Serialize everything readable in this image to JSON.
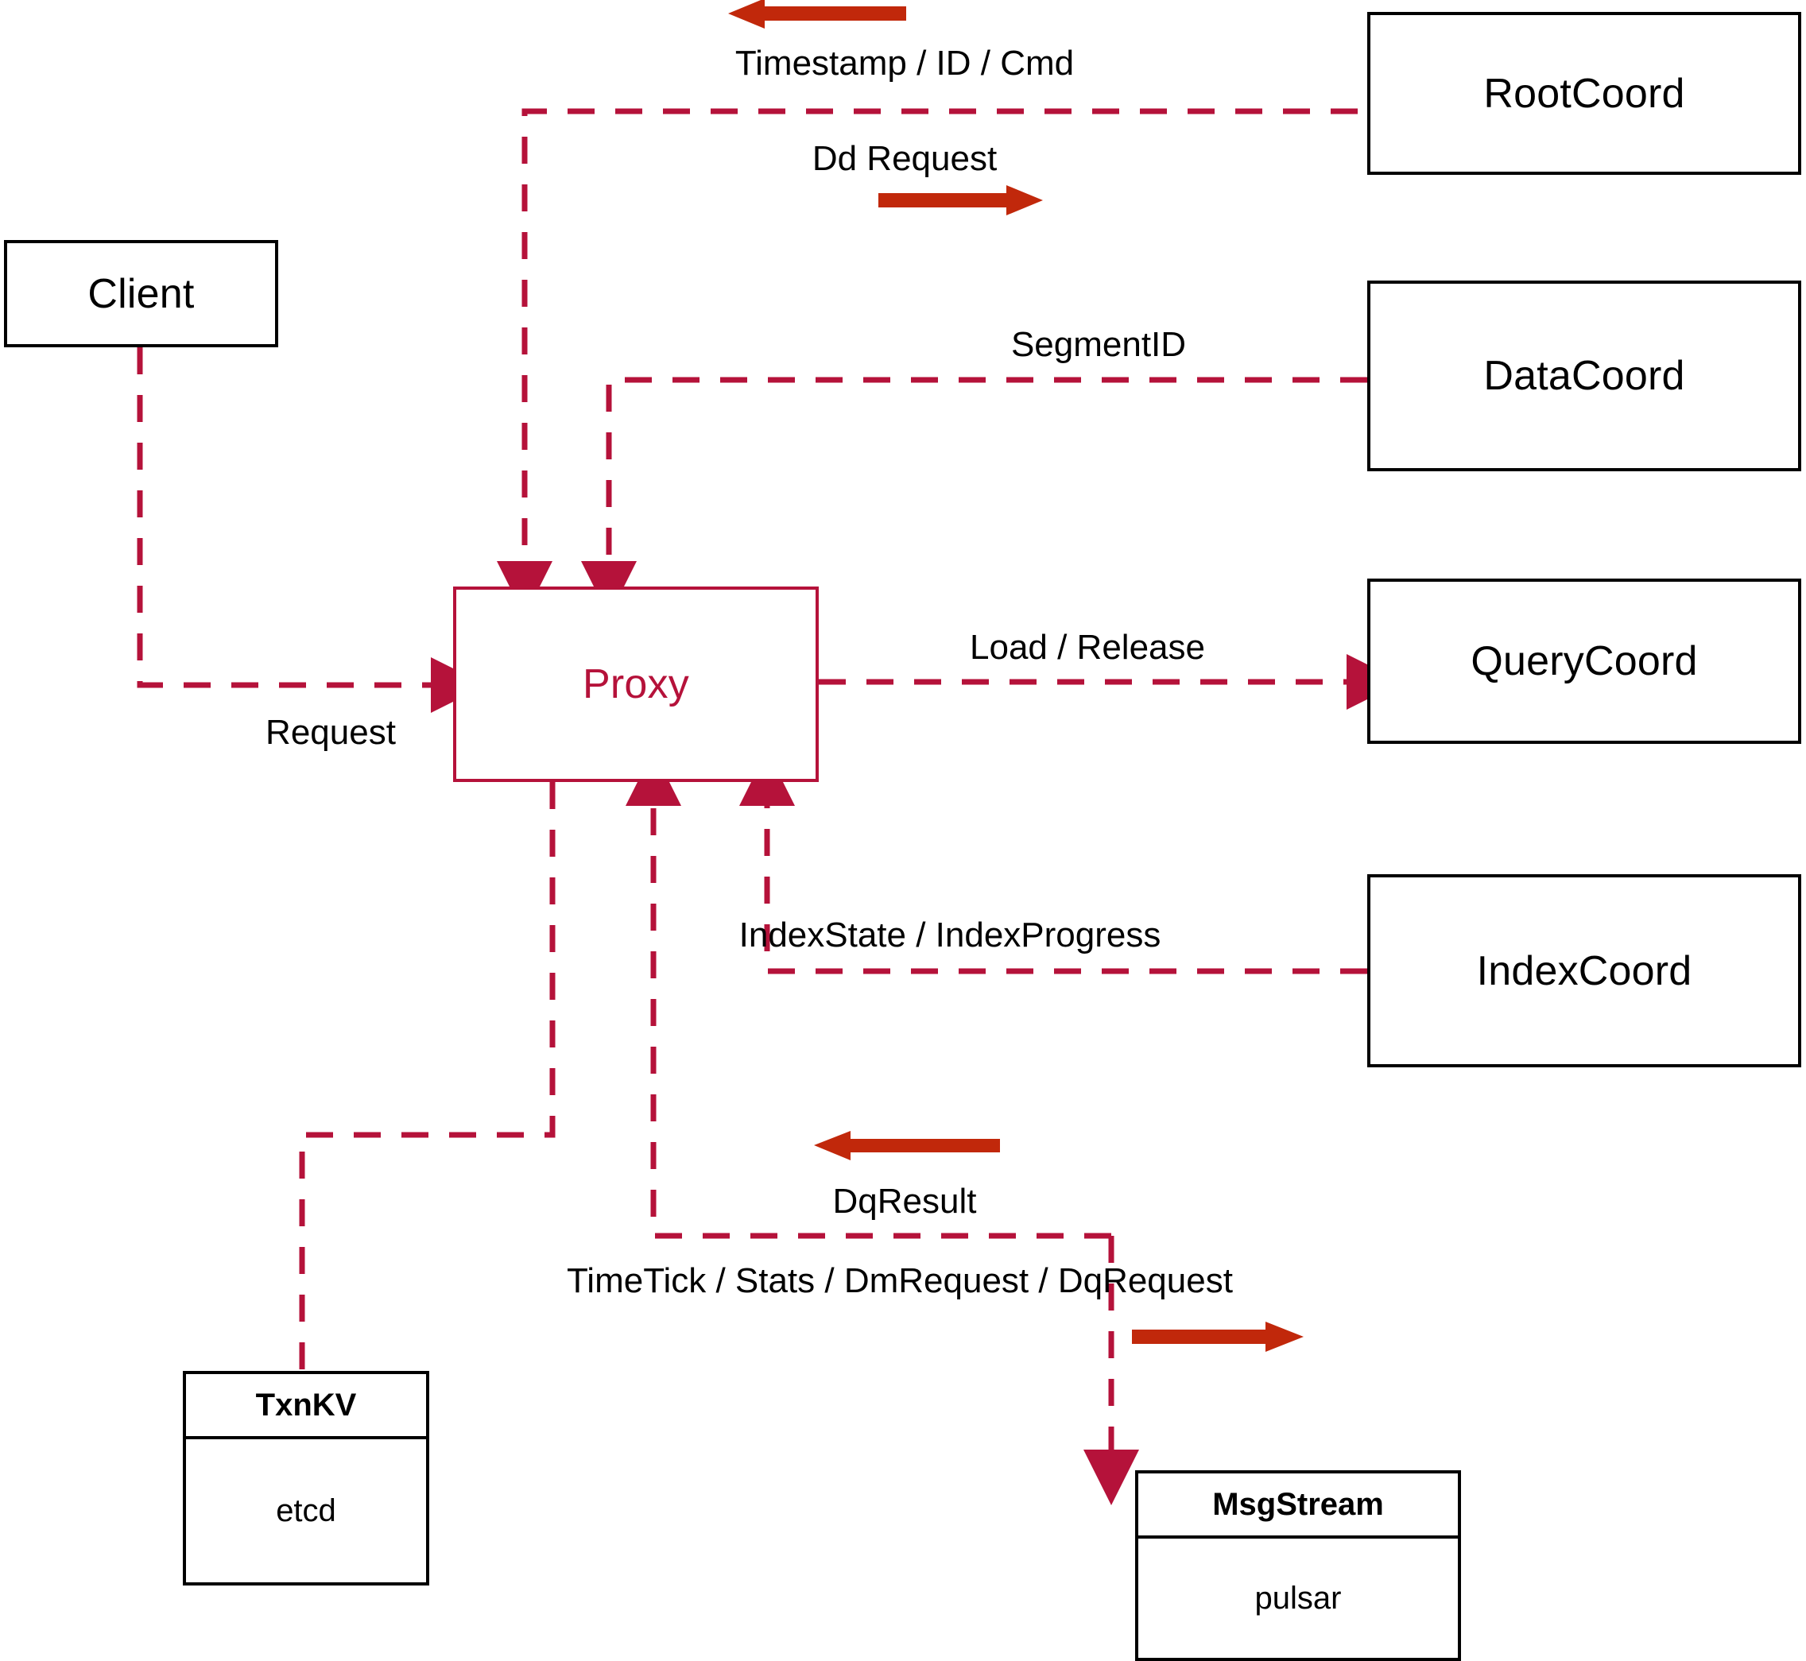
{
  "diagram": {
    "title": "Milvus Proxy interaction diagram",
    "colors": {
      "node_stroke": "#000000",
      "proxy_stroke": "#B5123A",
      "dashed_edge": "#B5123A",
      "direction_arrow": "#C1280B",
      "background": "#FFFFFF"
    }
  },
  "nodes": [
    {
      "id": "client",
      "label": "Client"
    },
    {
      "id": "proxy",
      "label": "Proxy"
    },
    {
      "id": "rootcoord",
      "label": "RootCoord"
    },
    {
      "id": "datacoord",
      "label": "DataCoord"
    },
    {
      "id": "querycoord",
      "label": "QueryCoord"
    },
    {
      "id": "indexcoord",
      "label": "IndexCoord"
    }
  ],
  "stores": [
    {
      "id": "txnkv",
      "title": "TxnKV",
      "impl": "etcd"
    },
    {
      "id": "msgstream",
      "title": "MsgStream",
      "impl": "pulsar"
    }
  ],
  "edge_labels": [
    {
      "id": "timestamp-id-cmd",
      "text": "Timestamp / ID / Cmd"
    },
    {
      "id": "dd-request",
      "text": "Dd Request"
    },
    {
      "id": "segmentid",
      "text": "SegmentID"
    },
    {
      "id": "request",
      "text": "Request"
    },
    {
      "id": "load-release",
      "text": "Load / Release"
    },
    {
      "id": "indexstate",
      "text": "IndexState / IndexProgress"
    },
    {
      "id": "dqresult",
      "text": "DqResult"
    },
    {
      "id": "timetick-stats",
      "text": "TimeTick / Stats / DmRequest / DqRequest"
    }
  ],
  "edges": [
    {
      "id": "client-to-proxy",
      "from": "client",
      "to": "proxy",
      "label": "Request",
      "style": "dashed",
      "arrow": "to"
    },
    {
      "id": "rootcoord-proxy",
      "from": "proxy",
      "to": "rootcoord",
      "label": "Timestamp / ID / Cmd , Dd Request",
      "style": "dashed",
      "arrow": "both"
    },
    {
      "id": "datacoord-proxy",
      "from": "datacoord",
      "to": "proxy",
      "label": "SegmentID",
      "style": "dashed",
      "arrow": "to"
    },
    {
      "id": "proxy-querycoord",
      "from": "proxy",
      "to": "querycoord",
      "label": "Load / Release",
      "style": "dashed",
      "arrow": "to"
    },
    {
      "id": "indexcoord-proxy",
      "from": "indexcoord",
      "to": "proxy",
      "label": "IndexState / IndexProgress",
      "style": "dashed",
      "arrow": "to"
    },
    {
      "id": "proxy-txnkv",
      "from": "proxy",
      "to": "txnkv",
      "label": "",
      "style": "dashed",
      "arrow": "none"
    },
    {
      "id": "proxy-msgstream",
      "from": "proxy",
      "to": "msgstream",
      "label": "TimeTick / Stats / DmRequest / DqRequest",
      "style": "dashed",
      "arrow": "both"
    }
  ]
}
